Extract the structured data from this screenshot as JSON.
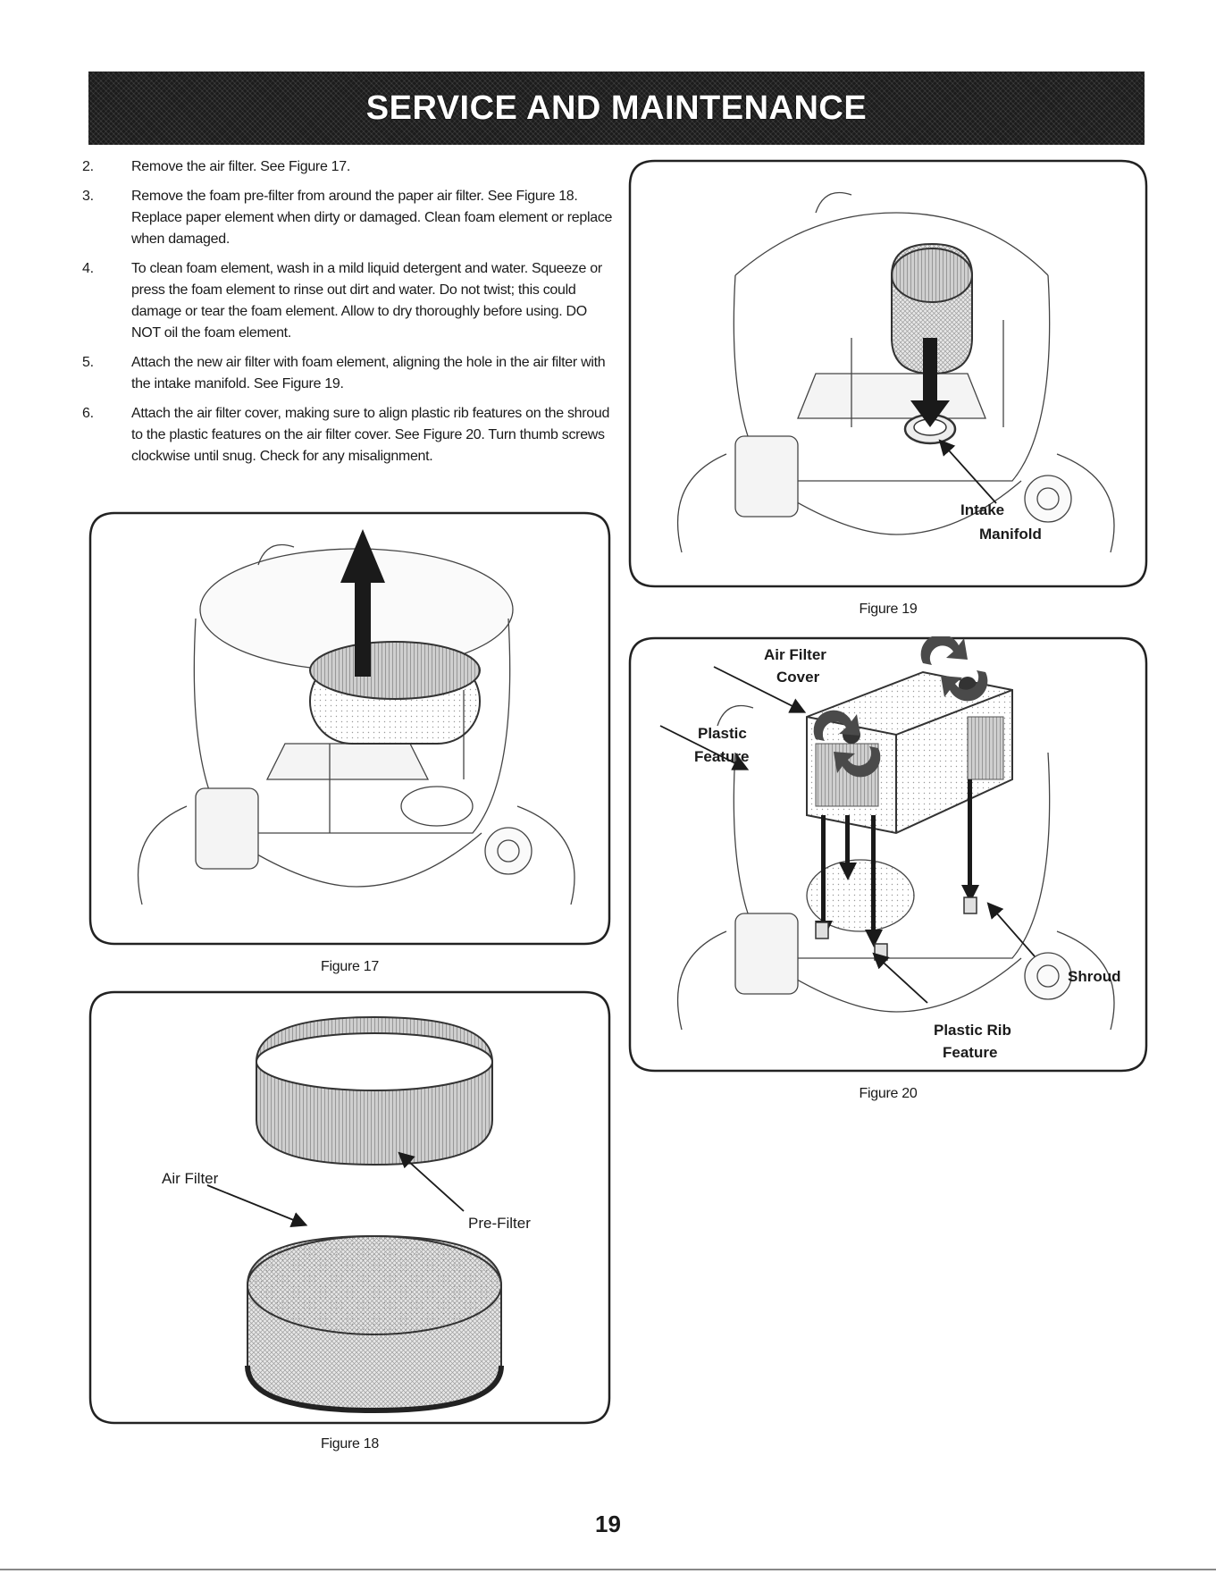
{
  "header": {
    "title": "SERVICE AND MAINTENANCE"
  },
  "steps": [
    {
      "number": "2.",
      "text": "Remove the air filter. See Figure 17."
    },
    {
      "number": "3.",
      "text": "Remove the foam pre-filter from around the paper air filter.  See Figure 18. Replace paper element when dirty or damaged. Clean foam element or replace when damaged."
    },
    {
      "number": "4.",
      "text": "To clean foam element, wash in a mild liquid detergent and water. Squeeze or press the foam element to rinse out dirt and water. Do not twist; this could damage or tear the foam element. Allow to dry thoroughly before using. DO NOT oil the foam element."
    },
    {
      "number": "5.",
      "text": "Attach the new air filter with foam element, aligning the hole in the air filter with the intake manifold. See Figure 19."
    },
    {
      "number": "6.",
      "text": "Attach the air filter cover, making sure to align plastic rib features on the shroud to the plastic features on the air filter cover. See Figure 20. Turn thumb screws clockwise until snug. Check for any misalignment."
    }
  ],
  "figures": {
    "fig17": {
      "caption": "Figure 17"
    },
    "fig18": {
      "caption": "Figure 18",
      "labels": {
        "air_filter": "Air Filter",
        "pre_filter": "Pre-Filter"
      }
    },
    "fig19": {
      "caption": "Figure 19",
      "labels": {
        "intake_line1": "Intake",
        "intake_line2": "Manifold"
      }
    },
    "fig20": {
      "caption": "Figure 20",
      "labels": {
        "cover_line1": "Air Filter",
        "cover_line2": "Cover",
        "plastic_line1": "Plastic",
        "plastic_line2": "Feature",
        "shroud": "Shroud",
        "rib_line1": "Plastic Rib",
        "rib_line2": "Feature"
      }
    }
  },
  "page_number": "19"
}
